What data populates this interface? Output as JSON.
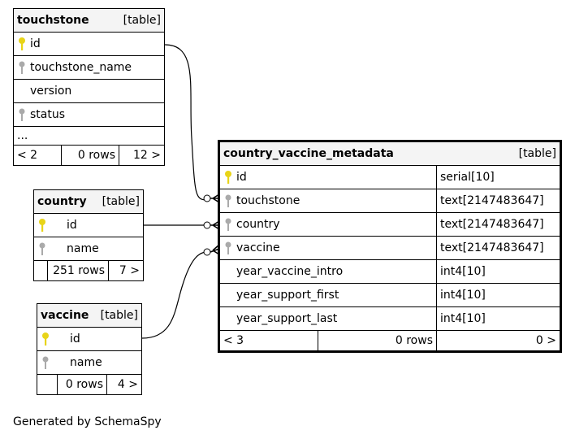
{
  "tables": {
    "touchstone": {
      "name": "touchstone",
      "tag": "[table]",
      "columns": [
        {
          "name": "id",
          "key": "primary"
        },
        {
          "name": "touchstone_name",
          "key": "foreign"
        },
        {
          "name": "version",
          "key": "none"
        },
        {
          "name": "status",
          "key": "foreign"
        },
        {
          "name": "...",
          "key": "none"
        }
      ],
      "footer": {
        "parents": "< 2",
        "rows": "0 rows",
        "children": "12 >"
      }
    },
    "country": {
      "name": "country",
      "tag": "[table]",
      "columns": [
        {
          "name": "id",
          "key": "primary"
        },
        {
          "name": "name",
          "key": "foreign"
        }
      ],
      "footer": {
        "parents": "",
        "rows": "251 rows",
        "children": "7 >"
      }
    },
    "vaccine": {
      "name": "vaccine",
      "tag": "[table]",
      "columns": [
        {
          "name": "id",
          "key": "primary"
        },
        {
          "name": "name",
          "key": "foreign"
        }
      ],
      "footer": {
        "parents": "",
        "rows": "0 rows",
        "children": "4 >"
      }
    },
    "cvm": {
      "name": "country_vaccine_metadata",
      "tag": "[table]",
      "columns": [
        {
          "name": "id",
          "type": "serial[10]",
          "key": "primary"
        },
        {
          "name": "touchstone",
          "type": "text[2147483647]",
          "key": "foreign"
        },
        {
          "name": "country",
          "type": "text[2147483647]",
          "key": "foreign"
        },
        {
          "name": "vaccine",
          "type": "text[2147483647]",
          "key": "foreign"
        },
        {
          "name": "year_vaccine_intro",
          "type": "int4[10]",
          "key": "none"
        },
        {
          "name": "year_support_first",
          "type": "int4[10]",
          "key": "none"
        },
        {
          "name": "year_support_last",
          "type": "int4[10]",
          "key": "none"
        }
      ],
      "footer": {
        "parents": "< 3",
        "rows": "0 rows",
        "children": "0 >"
      }
    }
  },
  "relationships": [
    {
      "from": "touchstone.id",
      "to": "country_vaccine_metadata.touchstone"
    },
    {
      "from": "country.id",
      "to": "country_vaccine_metadata.country"
    },
    {
      "from": "vaccine.id",
      "to": "country_vaccine_metadata.vaccine"
    }
  ],
  "generated_by": "Generated by SchemaSpy",
  "colors": {
    "primary_key": "#e8d418",
    "foreign_key": "#aaaaaa",
    "header_bg": "#f4f4f4"
  }
}
